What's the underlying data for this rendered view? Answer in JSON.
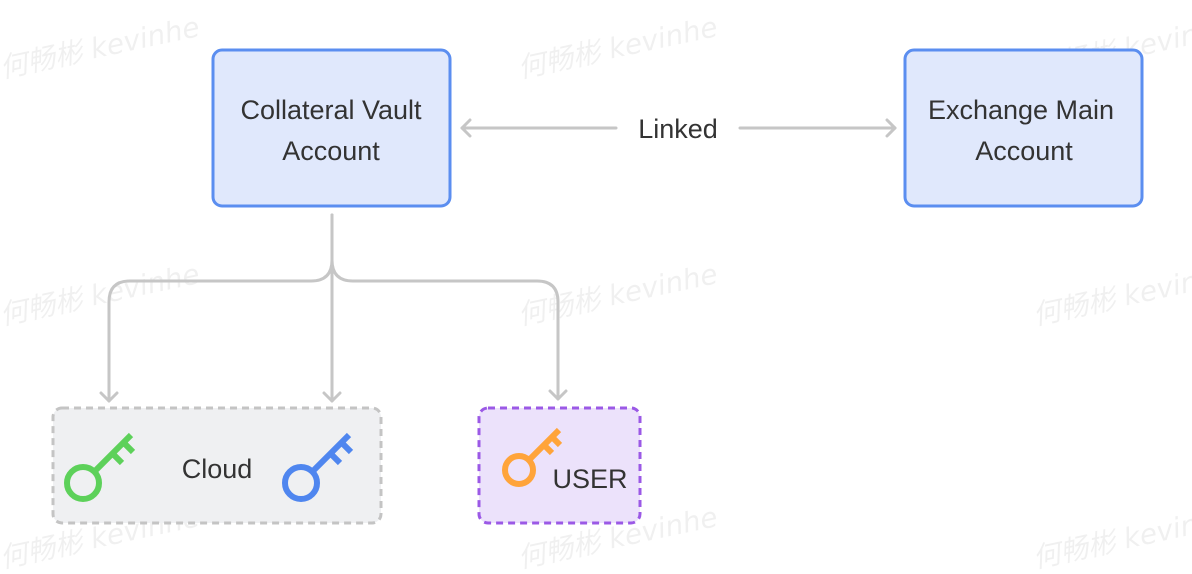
{
  "watermark": {
    "text": "何畅彬 kevinhe"
  },
  "nodes": {
    "vault": {
      "line1": "Collateral Vault",
      "line2": "Account"
    },
    "exchange": {
      "line1": "Exchange Main",
      "line2": "Account"
    },
    "cloud": {
      "label": "Cloud"
    },
    "user": {
      "label": "USER"
    }
  },
  "edges": {
    "link_label": "Linked"
  },
  "icons": {
    "cloud_key_1": "key-icon",
    "cloud_key_2": "key-icon",
    "user_key": "key-icon"
  },
  "colors": {
    "node_fill": "#e0e8fc",
    "node_stroke": "#5b8ef0",
    "group_fill": "#eff0f2",
    "group_stroke": "#c4c4c4",
    "user_fill": "#ece2fb",
    "user_stroke": "#9b59e6",
    "edge": "#c6c6c6",
    "key_green": "#5dd15a",
    "key_blue": "#4f86ef",
    "key_orange": "#ffa43a"
  }
}
